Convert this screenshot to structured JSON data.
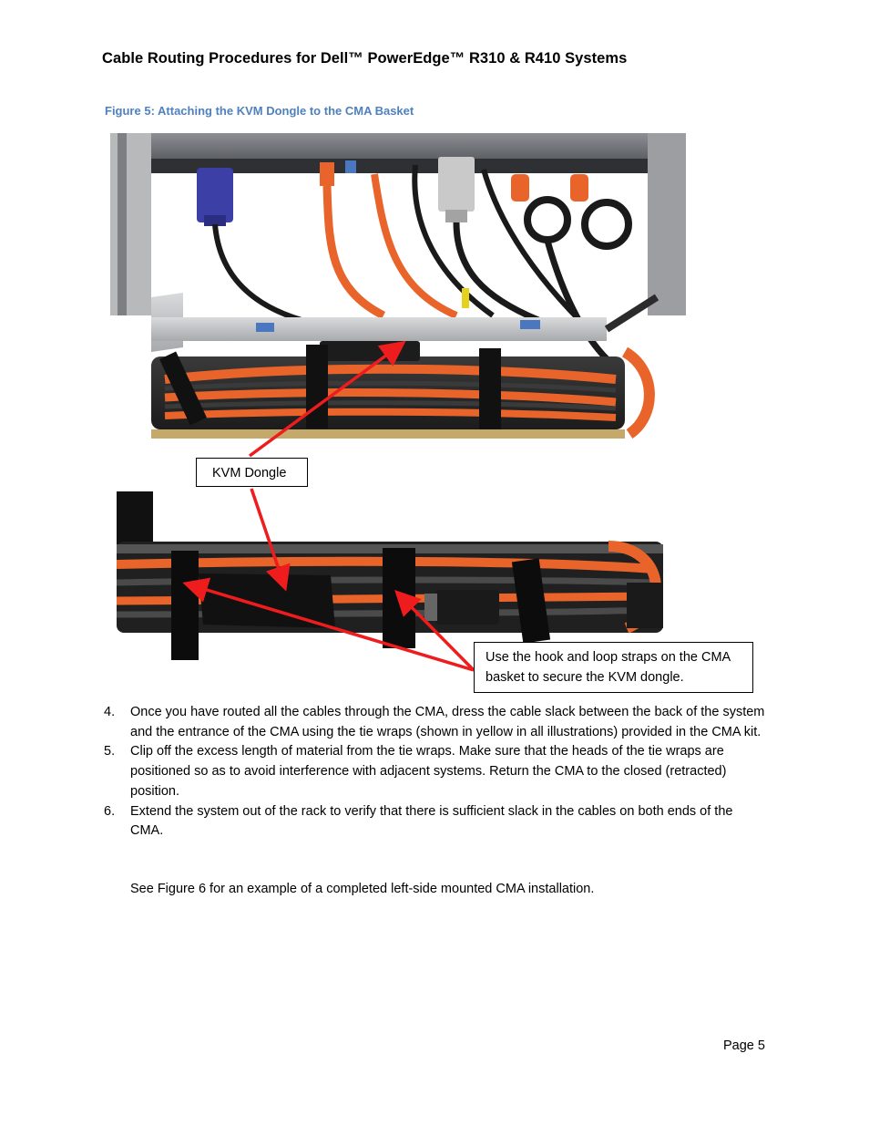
{
  "header": {
    "title": "Cable Routing Procedures for Dell™ PowerEdge™ R310 & R410 Systems"
  },
  "figure": {
    "caption": "Figure 5: Attaching the KVM Dongle to the CMA Basket",
    "callouts": {
      "kvm_dongle": "KVM Dongle",
      "straps": "Use the hook and loop straps on the CMA basket to secure the KVM dongle."
    },
    "colors": {
      "arrow": "#ee1c1c",
      "caption": "#4f81bd",
      "cable_orange": "#e8642a",
      "vga_blue": "#3b3fa6"
    }
  },
  "steps": [
    {
      "number": "4.",
      "text": "Once you have routed all the cables through the CMA, dress the cable slack between the back of the system and the entrance of the CMA using the tie wraps (shown in yellow in all illustrations) provided in the CMA kit."
    },
    {
      "number": "5.",
      "text": "Clip off the excess length of material from the tie wraps. Make sure that the heads of the tie wraps are positioned so as to avoid interference with adjacent systems. Return the CMA to the closed (retracted) position."
    },
    {
      "number": "6.",
      "text": "Extend the system out of the rack to verify that there is sufficient slack in the cables on both ends of the CMA."
    }
  ],
  "see_figure": "See Figure 6 for an example of a completed left-side mounted CMA installation.",
  "footer": {
    "page": "Page 5"
  }
}
